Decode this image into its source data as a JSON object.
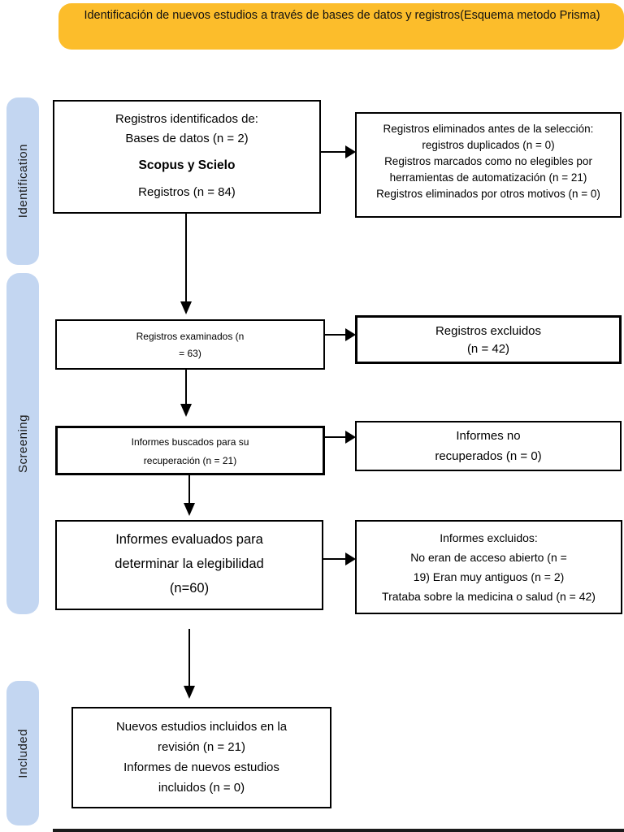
{
  "header": {
    "title": "Identificación de nuevos estudios a través de bases de datos y registros(Esquema metodo Prisma)"
  },
  "colors": {
    "header_bg": "#FCBD2B",
    "stage_bg": "#C3D6F1",
    "box_border": "#000000"
  },
  "stages": {
    "identification": "Identification",
    "screening": "Screening",
    "included": "Included"
  },
  "boxes": {
    "records_identified": {
      "line1": "Registros identificados de:",
      "line2": "Bases de datos (n = 2)",
      "sources_bold": "Scopus y Scielo",
      "line3": "Registros (n = 84)"
    },
    "records_removed": {
      "lines": [
        "Registros eliminados antes de la selección:",
        "registros duplicados (n = 0)",
        "Registros marcados como no elegibles por",
        "herramientas de automatización (n = 21)",
        "Registros eliminados por otros motivos (n = 0)"
      ]
    },
    "records_screened": {
      "lines": [
        "Registros examinados (n",
        "= 63)"
      ]
    },
    "records_excluded": {
      "lines": [
        "Registros excluidos",
        "(n = 42)"
      ]
    },
    "reports_sought": {
      "lines": [
        "Informes buscados para su",
        "recuperación (n = 21)"
      ]
    },
    "reports_not_retrieved": {
      "lines": [
        "Informes no",
        "recuperados (n = 0)"
      ]
    },
    "reports_assessed": {
      "lines": [
        "Informes evaluados para",
        "determinar la elegibilidad",
        "(n=60)"
      ]
    },
    "reports_excluded": {
      "lines": [
        "Informes excluidos:",
        "No eran de acceso abierto (n =",
        "19) Eran muy antiguos (n = 2)",
        "Trataba sobre la medicina o salud (n = 42)"
      ]
    },
    "new_studies_included": {
      "lines": [
        "Nuevos estudios incluidos en la",
        "revisión (n = 21)",
        "Informes de nuevos estudios",
        "incluidos (n = 0)"
      ]
    }
  }
}
